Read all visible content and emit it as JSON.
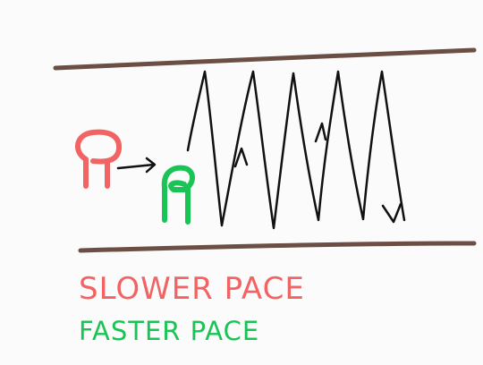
{
  "colors": {
    "background": "#fbfbfb",
    "wall": "#6b4f44",
    "slow": "#f26464",
    "fast": "#18c454",
    "ink": "#111111"
  },
  "figures": {
    "slow": {
      "glyph": "walker-figure",
      "color": "slow"
    },
    "fast": {
      "glyph": "walker-figure",
      "color": "fast"
    }
  },
  "arrow_direction": "slow-to-fast",
  "path": {
    "style": "zigzag",
    "direction_markers": [
      "up-arrow",
      "up-arrow",
      "down-arrow"
    ]
  },
  "legend": {
    "slow_label": "SLOWER PACE",
    "fast_label": "FASTER PACE"
  }
}
